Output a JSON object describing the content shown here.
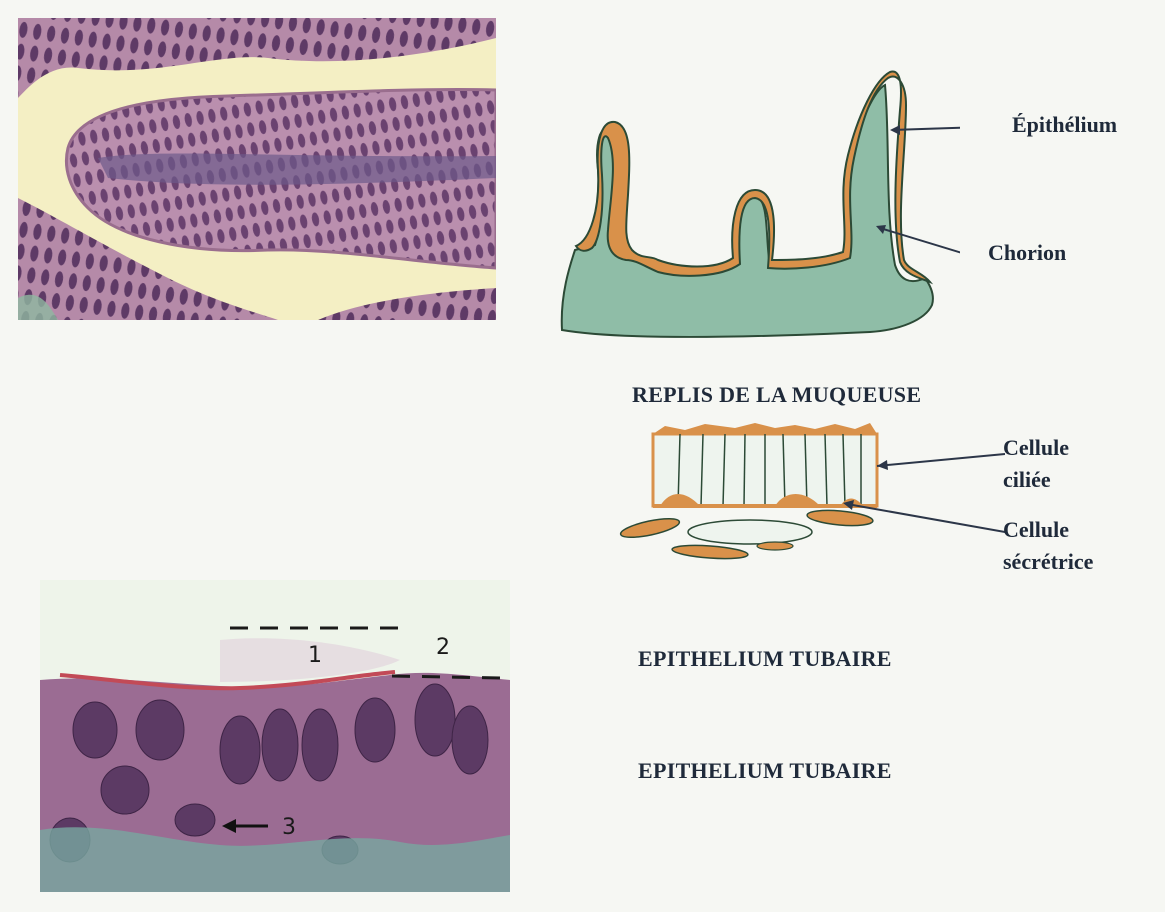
{
  "diagram_fold": {
    "labels": {
      "epithelium": "Épithélium",
      "chorion": "Chorion"
    },
    "title": "REPLIS DE LA MUQUEUSE",
    "colors": {
      "epithelium": "#d9914a",
      "chorion": "#8fbda7",
      "outline": "#2c4a36"
    }
  },
  "diagram_cells": {
    "labels": {
      "ciliated_line1": "Cellule",
      "ciliated_line2": "ciliée",
      "secretory_line1": "Cellule",
      "secretory_line2": "sécrétrice"
    },
    "title": "EPITHELIUM TUBAIRE"
  },
  "micrograph_bottom": {
    "markers": {
      "m1": "1",
      "m2": "2",
      "m3": "3"
    },
    "title": "EPITHELIUM TUBAIRE"
  }
}
